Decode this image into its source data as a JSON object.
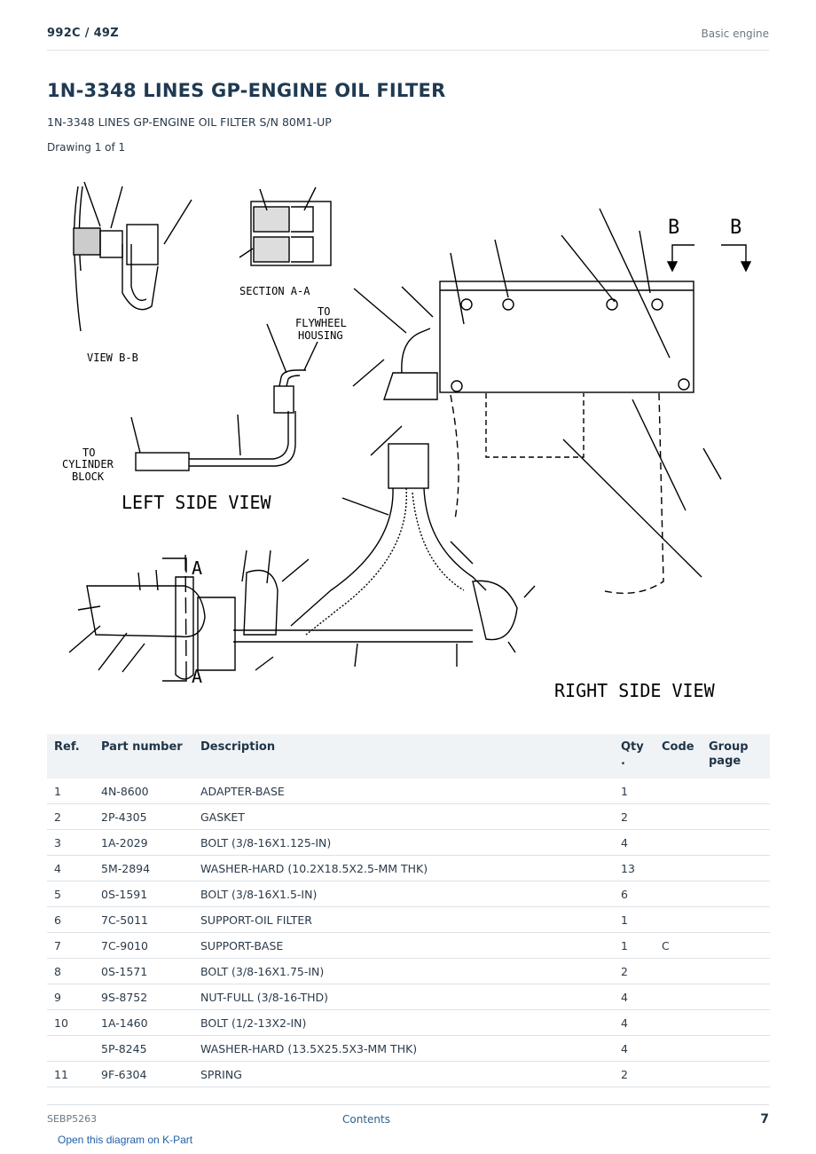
{
  "header": {
    "model": "992C  /  49Z",
    "section": "Basic engine"
  },
  "title": "1N-3348 LINES GP-ENGINE OIL FILTER",
  "subtitle": "1N-3348 LINES GP-ENGINE OIL FILTER S/N 80M1-UP",
  "drawing_count": "Drawing 1 of 1",
  "drawing_labels": {
    "section_aa": "SECTION A-A",
    "view_bb": "VIEW B-B",
    "to_flywheel_1": "TO",
    "to_flywheel_2": "FLYWHEEL",
    "to_flywheel_3": "HOUSING",
    "to_cylinder_1": "TO",
    "to_cylinder_2": "CYLINDER",
    "to_cylinder_3": "BLOCK",
    "left_side_view": "LEFT SIDE VIEW",
    "right_side_view": "RIGHT SIDE VIEW",
    "b_left": "B",
    "b_right": "B",
    "a_top": "A",
    "a_bottom": "A"
  },
  "table": {
    "headers": {
      "ref": "Ref.",
      "part": "Part number",
      "desc": "Description",
      "qty_1": "Qty",
      "qty_2": ".",
      "code": "Code",
      "group_1": "Group",
      "group_2": "page"
    },
    "rows": [
      {
        "ref": "1",
        "part": "4N-8600",
        "desc": "ADAPTER-BASE",
        "qty": "1",
        "code": ""
      },
      {
        "ref": "2",
        "part": "2P-4305",
        "desc": "GASKET",
        "qty": "2",
        "code": ""
      },
      {
        "ref": "3",
        "part": "1A-2029",
        "desc": "BOLT (3/8-16X1.125-IN)",
        "qty": "4",
        "code": ""
      },
      {
        "ref": "4",
        "part": "5M-2894",
        "desc": "WASHER-HARD (10.2X18.5X2.5-MM THK)",
        "qty": "13",
        "code": ""
      },
      {
        "ref": "5",
        "part": "0S-1591",
        "desc": "BOLT (3/8-16X1.5-IN)",
        "qty": "6",
        "code": ""
      },
      {
        "ref": "6",
        "part": "7C-5011",
        "desc": "SUPPORT-OIL FILTER",
        "qty": "1",
        "code": ""
      },
      {
        "ref": "7",
        "part": "7C-9010",
        "desc": "SUPPORT-BASE",
        "qty": "1",
        "code": "C"
      },
      {
        "ref": "8",
        "part": "0S-1571",
        "desc": "BOLT (3/8-16X1.75-IN)",
        "qty": "2",
        "code": ""
      },
      {
        "ref": "9",
        "part": "9S-8752",
        "desc": "NUT-FULL (3/8-16-THD)",
        "qty": "4",
        "code": ""
      },
      {
        "ref": "10",
        "part": "1A-1460",
        "desc": "BOLT (1/2-13X2-IN)",
        "qty": "4",
        "code": ""
      },
      {
        "ref": "",
        "part": "5P-8245",
        "desc": "WASHER-HARD (13.5X25.5X3-MM THK)",
        "qty": "4",
        "code": ""
      },
      {
        "ref": "11",
        "part": "9F-6304",
        "desc": "SPRING",
        "qty": "2",
        "code": ""
      }
    ]
  },
  "footer": {
    "doc_id": "SEBP5263",
    "contents": "Contents",
    "page": "7"
  },
  "kpart_link": "Open this diagram on K-Part"
}
